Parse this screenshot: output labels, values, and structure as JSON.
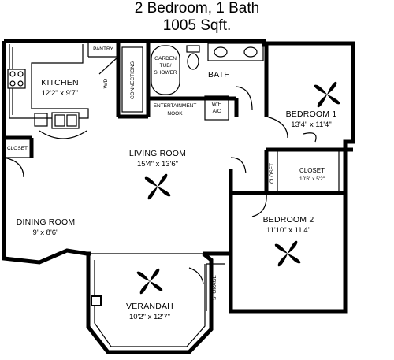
{
  "header": {
    "title": "2 Bedroom, 1 Bath",
    "sqft": "1005 Sqft."
  },
  "rooms": {
    "kitchen": {
      "name": "KITCHEN",
      "dim": "12'2\" x 9'7\""
    },
    "living": {
      "name": "LIVING ROOM",
      "dim": "15'4\" x 13'6\""
    },
    "dining": {
      "name": "DINING ROOM",
      "dim": "9' x 8'6\""
    },
    "bedroom1": {
      "name": "BEDROOM 1",
      "dim": "13'4\" x 11'4\""
    },
    "bedroom2": {
      "name": "BEDROOM 2",
      "dim": "11'10\" x 11'4\""
    },
    "verandah": {
      "name": "VERANDAH",
      "dim": "10'2\" x 12'7\""
    },
    "bath": {
      "name": "BATH"
    },
    "closet_br1": {
      "name": "CLOSET",
      "dim": "10'6\" x 5'2\""
    }
  },
  "labels": {
    "pantry": "PANTRY",
    "closet_left": "CLOSET",
    "closet_vertical": "CLOSET",
    "storage": "STORAGE",
    "wd_connections_1": "W/D",
    "wd_connections_2": "CONNECTIONS",
    "entertainment_1": "ENTERTAINMENT",
    "entertainment_2": "NOOK",
    "garden_tub_1": "GARDEN",
    "garden_tub_2": "TUB/",
    "garden_tub_3": "SHOWER",
    "wh_1": "W/H",
    "wh_2": "A/C"
  }
}
